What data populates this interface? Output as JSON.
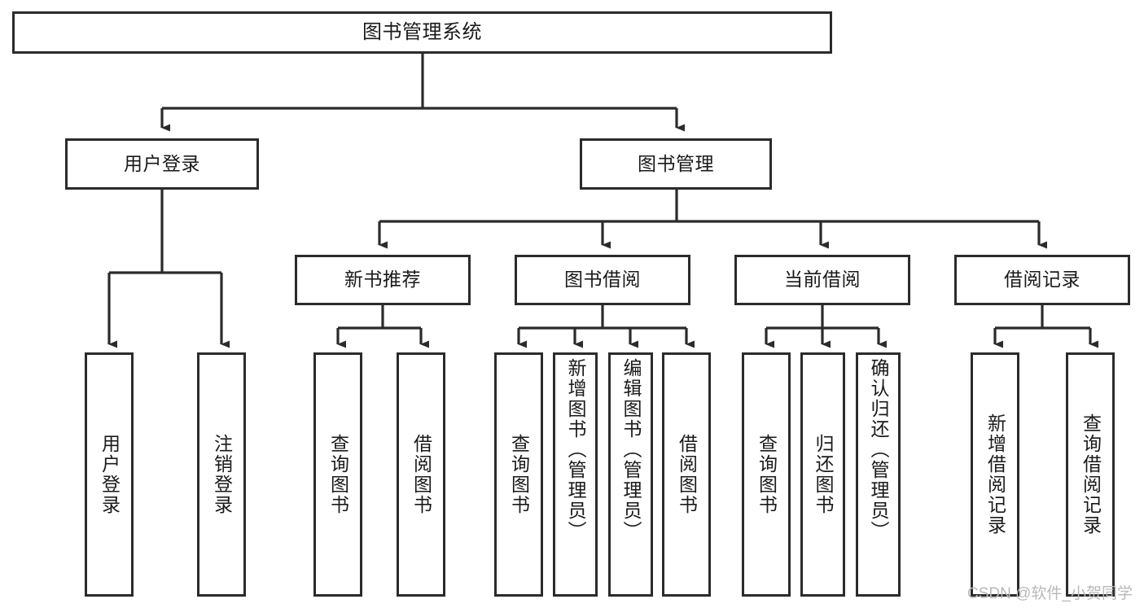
{
  "diagram": {
    "type": "tree",
    "title": "图书管理系统",
    "orientation": "top-down",
    "colors": {
      "box_border": "#2b2b2b",
      "box_fill": "#ffffff",
      "edge": "#2b2b2b",
      "text": "#1a1a1a",
      "watermark": "#b9b9b9",
      "background": "#ffffff"
    }
  },
  "nodes": {
    "root": {
      "label": "图书管理系统"
    },
    "level1": [
      {
        "label": "用户登录"
      },
      {
        "label": "图书管理"
      }
    ],
    "level2": [
      {
        "label": "新书推荐"
      },
      {
        "label": "图书借阅"
      },
      {
        "label": "当前借阅"
      },
      {
        "label": "借阅记录"
      }
    ],
    "leaves": {
      "user_login": [
        {
          "label": "用户登录"
        },
        {
          "label": "注销登录"
        }
      ],
      "new_book_recommend": [
        {
          "label": "查询图书"
        },
        {
          "label": "借阅图书"
        }
      ],
      "book_borrow": [
        {
          "label": "查询图书"
        },
        {
          "label": "新增图书（管理员）"
        },
        {
          "label": "编辑图书（管理员）"
        },
        {
          "label": "借阅图书"
        }
      ],
      "current_borrow": [
        {
          "label": "查询图书"
        },
        {
          "label": "归还图书"
        },
        {
          "label": "确认归还（管理员）"
        }
      ],
      "borrow_record": [
        {
          "label": "新增借阅记录"
        },
        {
          "label": "查询借阅记录"
        }
      ]
    }
  },
  "watermark": {
    "text": "CSDN @软件_小贺同学"
  }
}
